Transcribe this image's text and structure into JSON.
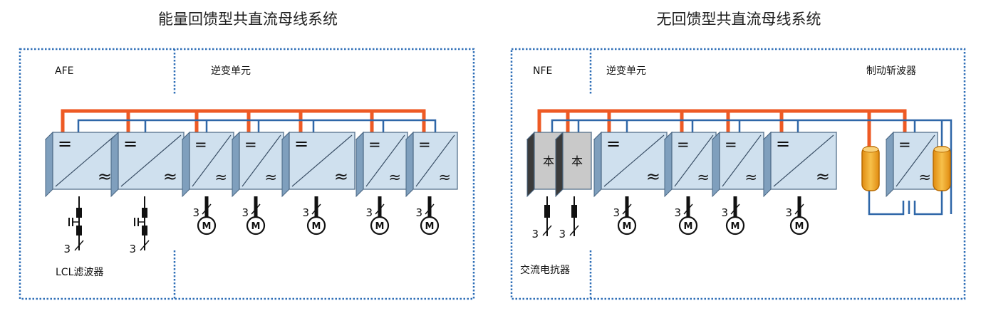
{
  "left_panel": {
    "title": "能量回馈型共直流母线系统",
    "label_afe": "AFE",
    "label_inverter": "逆变单元",
    "label_filter": "LCL滤波器"
  },
  "right_panel": {
    "title": "无回馈型共直流母线系统",
    "label_nfe": "NFE",
    "label_inverter": "逆变单元",
    "label_chopper": "制动斩波器",
    "label_reactor": "交流电抗器"
  },
  "symbols": {
    "dc": "=",
    "ac": "≈",
    "motor": "M",
    "phase_count": "3",
    "diode": "本"
  },
  "colors": {
    "dc_positive_bus": "#ee5a24",
    "dc_negative_bus": "#2f67a8",
    "converter_face": "#cfe0ee",
    "rectifier_face": "#c9c9c9",
    "resistor": "#f2a81e",
    "panel_border": "#2f6fb7"
  }
}
